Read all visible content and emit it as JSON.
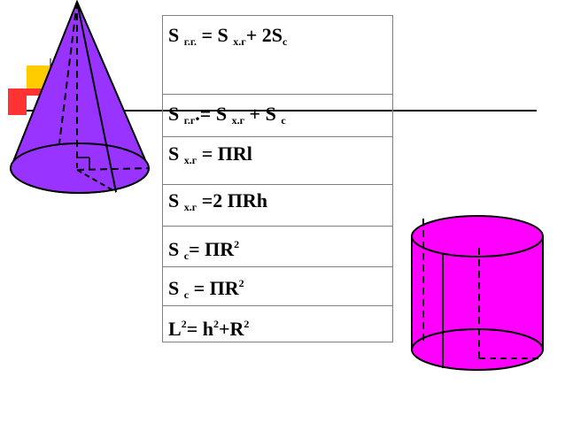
{
  "colors": {
    "cone_fill": "#9933ff",
    "cylinder_fill": "#ff00ff",
    "accent_yellow": "#ffcc00",
    "accent_red": "#ff3333",
    "line": "#000000"
  },
  "formulas": [
    {
      "parts": [
        {
          "t": "S "
        },
        {
          "sub": "г.г."
        },
        {
          "t": " = S "
        },
        {
          "sub": "х.г"
        },
        {
          "t": "+ 2S"
        },
        {
          "sub": "с"
        }
      ]
    },
    {
      "parts": [
        {
          "t": "S "
        },
        {
          "sub": "г.г"
        },
        {
          "t": ".= S "
        },
        {
          "sub": "х.г"
        },
        {
          "t": " + S "
        },
        {
          "sub": "с"
        }
      ]
    },
    {
      "parts": [
        {
          "t": "S "
        },
        {
          "sub": "х.г"
        },
        {
          "t": " = ΠRl"
        }
      ]
    },
    {
      "parts": [
        {
          "t": "S "
        },
        {
          "sub": "х.г"
        },
        {
          "t": " =2 ΠRh"
        }
      ]
    },
    {
      "parts": [
        {
          "t": "S "
        },
        {
          "sub": "с"
        },
        {
          "t": "= ΠR"
        },
        {
          "sup": "2"
        }
      ]
    },
    {
      "parts": [
        {
          "t": "S "
        },
        {
          "sub": "с"
        },
        {
          "t": " = ΠR"
        },
        {
          "sup": "2"
        }
      ]
    },
    {
      "parts": [
        {
          "t": "L"
        },
        {
          "sup": "2"
        },
        {
          "t": "= h"
        },
        {
          "sup": "2"
        },
        {
          "t": "+R"
        },
        {
          "sup": "2"
        }
      ]
    }
  ]
}
